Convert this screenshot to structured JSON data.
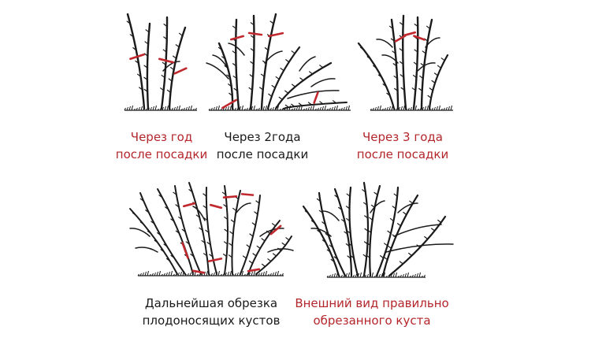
{
  "captions": {
    "one_year": [
      "Через год",
      "после посадки"
    ],
    "two_years": [
      "Через 2года",
      "после посадки"
    ],
    "three_years": [
      "Через 3 года",
      "после посадки"
    ],
    "further": [
      "Дальнейшая обрезка",
      "плодоносящих кустов"
    ],
    "proper": [
      "Внешний вид правильно",
      "обрезанного куста"
    ]
  },
  "colors": {
    "stem": "#1a1a1a",
    "cut_mark": "#c0282d",
    "caption_red": "#b3262b",
    "caption_black": "#1a1a1a",
    "background": "#ffffff"
  }
}
